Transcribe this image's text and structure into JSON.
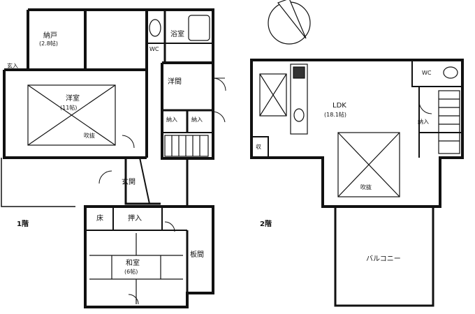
{
  "floors": {
    "first": {
      "label": "1階",
      "rooms": {
        "storage": {
          "name": "納戸",
          "size": "(2.8帖)"
        },
        "bath": "浴室",
        "wc": "WC",
        "main_room": {
          "name": "洋室",
          "size": "(11帖)"
        },
        "skylight": "吹抜",
        "inner_hall": "洋間",
        "closet_a": "納入",
        "closet_b": "納入",
        "entrance": "玄関",
        "entry_hall": "玄入",
        "alcove": "床",
        "oshiire": "押入",
        "washitsu": {
          "name": "和室",
          "size": "(6帖)"
        },
        "engawa": "板間"
      }
    },
    "second": {
      "label": "2階",
      "rooms": {
        "ldk": {
          "name": "LDK",
          "size": "(18.1帖)"
        },
        "wc": "WC",
        "closet": "納入",
        "skylight": "吹抜",
        "small_closet": "収",
        "balcony": "バルコニー"
      }
    }
  }
}
